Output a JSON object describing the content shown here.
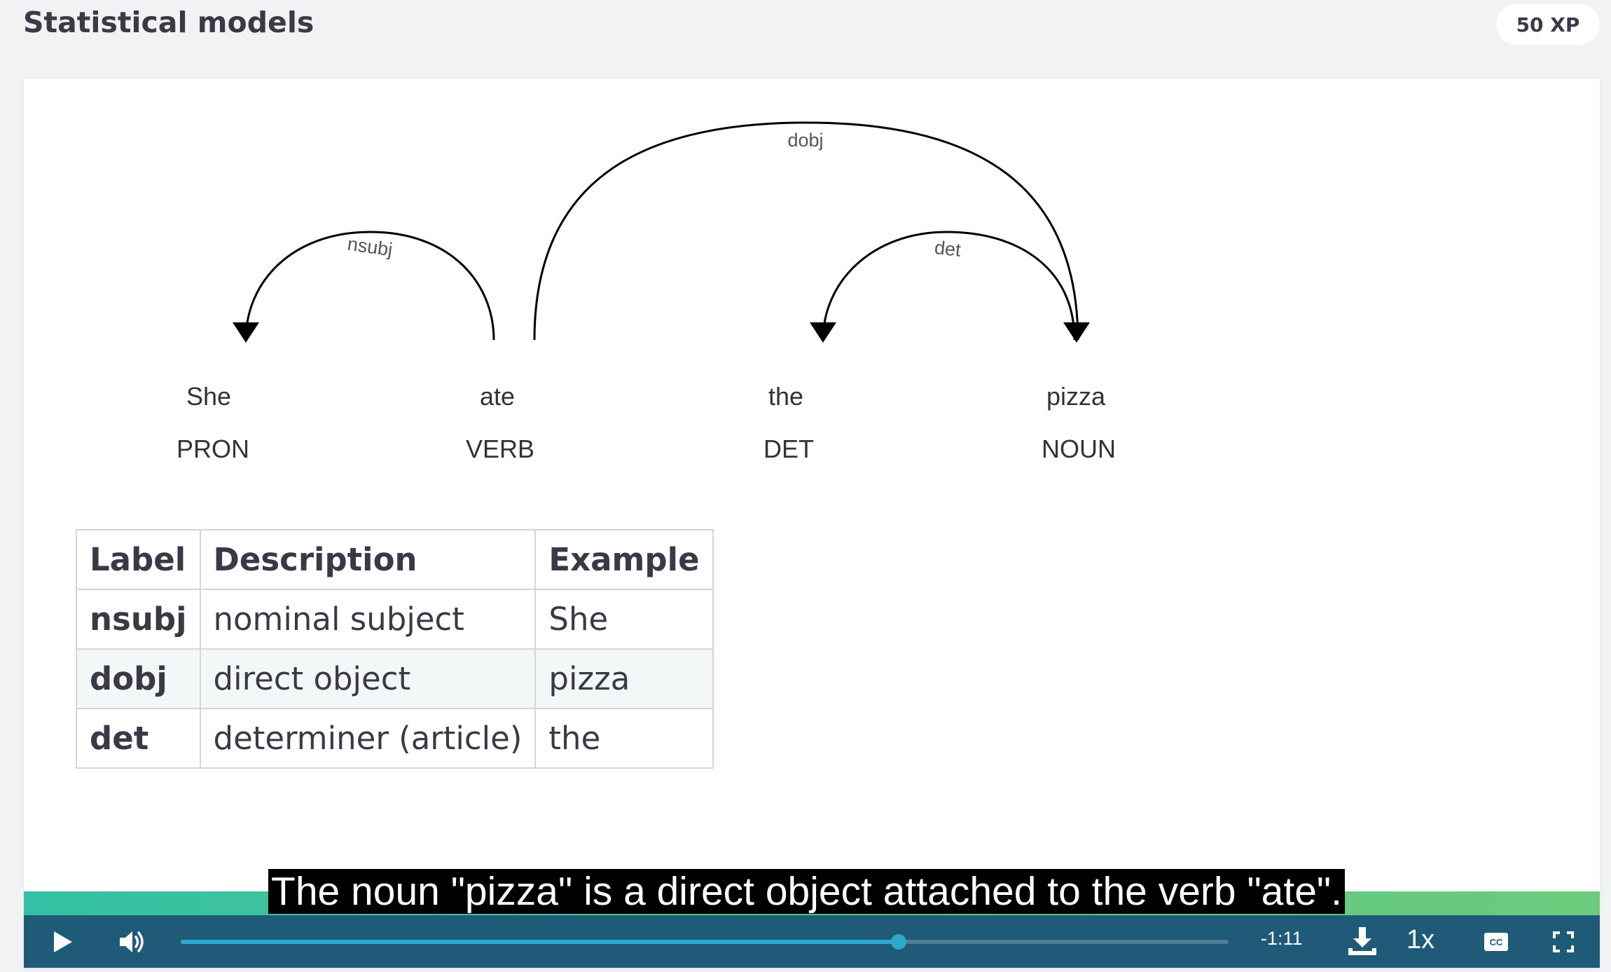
{
  "header": {
    "title": "Statistical models",
    "xp": "50 XP"
  },
  "diagram": {
    "tokens": [
      {
        "text": "She",
        "pos": "PRON"
      },
      {
        "text": "ate",
        "pos": "VERB"
      },
      {
        "text": "the",
        "pos": "DET"
      },
      {
        "text": "pizza",
        "pos": "NOUN"
      }
    ],
    "arcs": [
      {
        "label": "nsubj",
        "head": "ate",
        "dependent": "She"
      },
      {
        "label": "dobj",
        "head": "ate",
        "dependent": "pizza"
      },
      {
        "label": "det",
        "head": "pizza",
        "dependent": "the"
      }
    ]
  },
  "table": {
    "headers": [
      "Label",
      "Description",
      "Example"
    ],
    "rows": [
      [
        "nsubj",
        "nominal subject",
        "She"
      ],
      [
        "dobj",
        "direct object",
        "pizza"
      ],
      [
        "det",
        "determiner (article)",
        "the"
      ]
    ]
  },
  "video": {
    "caption": "The noun \"pizza\" is a direct object attached to the verb \"ate\".",
    "progress_fraction": 0.685,
    "time_remaining": "-1:11",
    "speed": "1x",
    "icons": {
      "play": "play-icon",
      "volume": "volume-icon",
      "download": "download-icon",
      "captions": "cc-icon",
      "fullscreen": "fullscreen-icon"
    },
    "colors": {
      "bar": "#1f5b78",
      "progress": "#2da8cf",
      "accent_strip": "#33c0a4"
    }
  }
}
